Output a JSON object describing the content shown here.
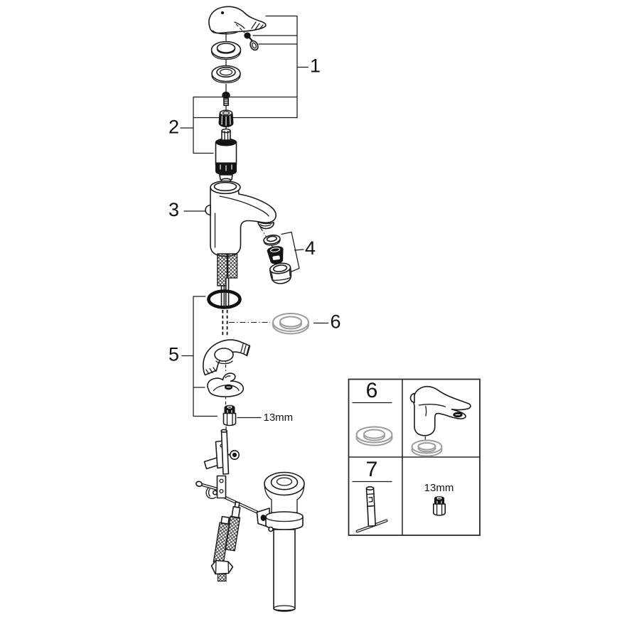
{
  "diagram": {
    "type": "exploded-parts-diagram",
    "colors": {
      "line": "#1a1a1a",
      "gray_part": "#9c9c9c",
      "dark_part": "#141414",
      "background": "#ffffff"
    },
    "callouts": {
      "c1": "1",
      "c2": "2",
      "c3": "3",
      "c4": "4",
      "c5": "5",
      "c6": "6",
      "c7": "7"
    },
    "annotations": {
      "wrench_size": "13mm"
    },
    "inset": {
      "cell_6_label": "6",
      "cell_7_label": "7",
      "wrench_size": "13mm"
    }
  }
}
